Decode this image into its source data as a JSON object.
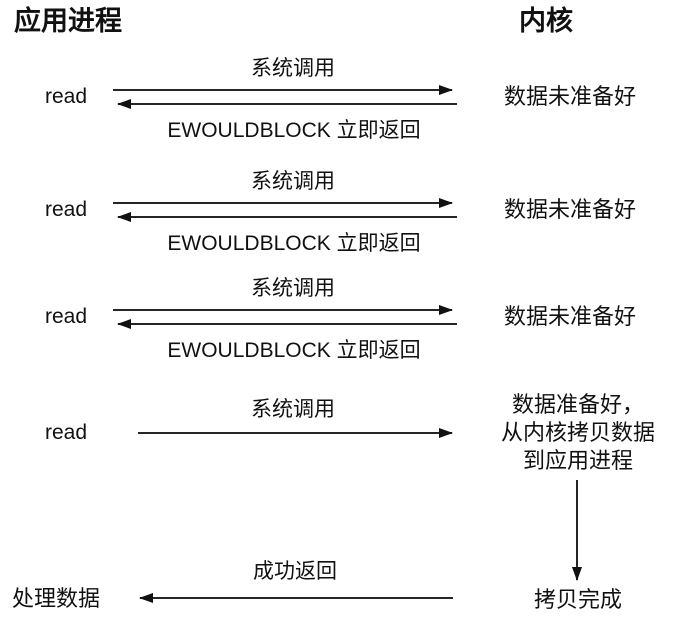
{
  "colors": {
    "background": "#ffffff",
    "line": "#262626",
    "text": "#111111"
  },
  "diagram": {
    "left_header": "应用进程",
    "right_header": "内核",
    "rounds": [
      {
        "caller": "read",
        "call_label": "系统调用",
        "kernel_state": "数据未准备好",
        "return_label": "EWOULDBLOCK 立即返回"
      },
      {
        "caller": "read",
        "call_label": "系统调用",
        "kernel_state": "数据未准备好",
        "return_label": "EWOULDBLOCK 立即返回"
      },
      {
        "caller": "read",
        "call_label": "系统调用",
        "kernel_state": "数据未准备好",
        "return_label": "EWOULDBLOCK 立即返回"
      }
    ],
    "final_call": {
      "caller": "read",
      "call_label": "系统调用",
      "kernel_lines": [
        "数据准备好，",
        "从内核拷贝数据",
        "到应用进程"
      ]
    },
    "copy_complete": "拷贝完成",
    "success_label": "成功返回",
    "process_label": "处理数据"
  }
}
